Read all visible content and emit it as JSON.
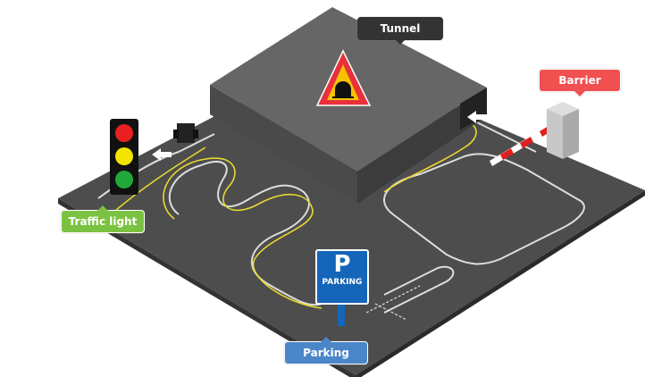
{
  "labels": {
    "tunnel": "Tunnel",
    "barrier": "Barrier",
    "traffic_light": "Traffic light",
    "parking": "Parking"
  },
  "parking_sign": {
    "letter": "P",
    "text": "PARKING"
  },
  "colors": {
    "tunnel": "#333333",
    "barrier": "#f05050",
    "traffic_light": "#7cc242",
    "parking": "#4a86c8",
    "floor": "#4a4a4a"
  }
}
